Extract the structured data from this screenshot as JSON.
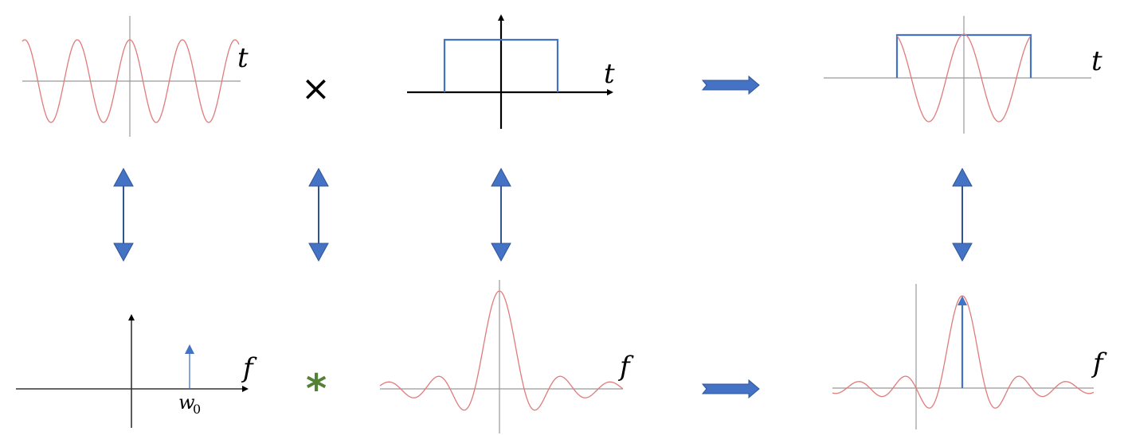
{
  "colors": {
    "signal": "#e07b7b",
    "rect": "#4472c4",
    "arrow": "#4472c4",
    "axis": "#888888",
    "convolve": "#548235"
  },
  "labels": {
    "t1": "t",
    "t2": "t",
    "t3": "t",
    "f1": "f",
    "f2": "f",
    "f3": "f",
    "w0_main": "w",
    "w0_sub": "0",
    "multiply": "×",
    "convolve": "*"
  }
}
